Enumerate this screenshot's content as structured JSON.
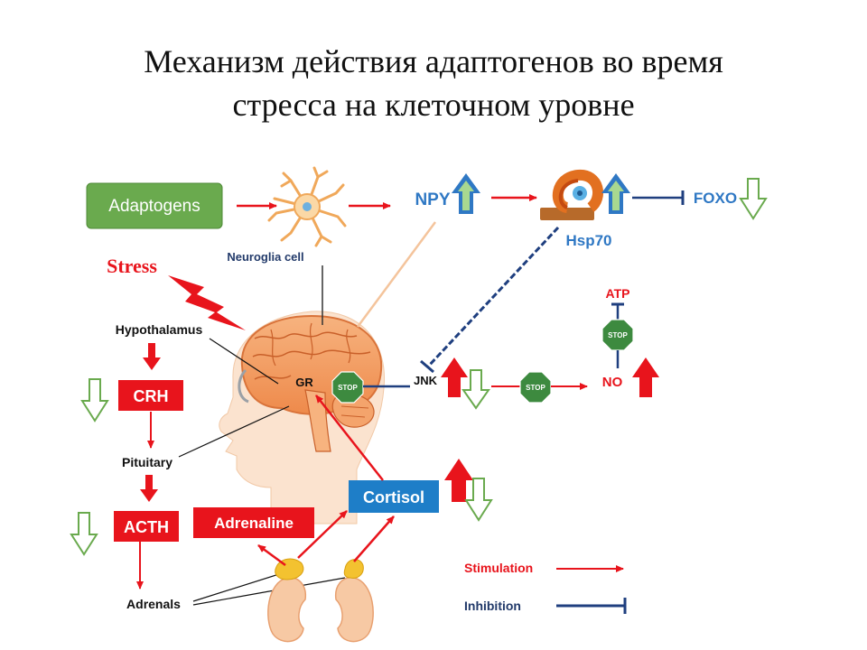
{
  "title_line1": "Механизм действия адаптогенов во время",
  "title_line2": "стресса на клеточном уровне",
  "labels": {
    "adaptogens": "Adaptogens",
    "neuroglia": "Neuroglia cell",
    "npy": "NPY",
    "hsp70": "Hsp70",
    "foxo": "FOXO",
    "stress": "Stress",
    "hypothalamus": "Hypothalamus",
    "crh": "CRH",
    "pituitary": "Pituitary",
    "acth": "ACTH",
    "adrenals": "Adrenals",
    "adrenaline": "Adrenaline",
    "cortisol": "Cortisol",
    "gr": "GR",
    "jnk": "JNK",
    "atp": "ATP",
    "no": "NO",
    "stop": "STOP"
  },
  "legend": {
    "stimulation": "Stimulation",
    "inhibition": "Inhibition"
  },
  "colors": {
    "stimulation": "#e8141c",
    "inhibition": "#1f3f7f",
    "adaptogens_box": "#6aaa4e",
    "cortisol_box": "#1e7ec8",
    "stop_sign": "#3d8a3f",
    "brain": "#f29a5c",
    "up_arrow_blue": "#2f78c4",
    "down_arrow_green": "#6aaa4e"
  }
}
